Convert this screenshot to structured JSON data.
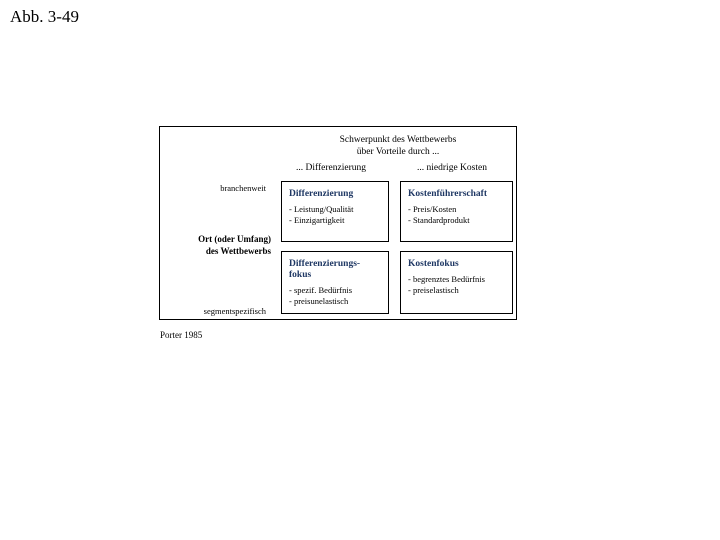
{
  "slide": {
    "title": "Abb. 3-49",
    "source_note": "Porter 1985"
  },
  "matrix": {
    "header": {
      "line1": "Schwerpunkt des Wettbewerbs",
      "line2": "über Vorteile durch ..."
    },
    "column_captions": [
      "... Differenzierung",
      "... niedrige Kosten"
    ],
    "axis_label": {
      "line1": "Ort (oder Umfang)",
      "line2": "des Wettbewerbs"
    },
    "row_captions": [
      "branchenweit",
      "segmentspezifisch"
    ],
    "cells": [
      {
        "title": "Differenzierung",
        "bullets": [
          "- Leistung/Qualität",
          "- Einzigartigkeit"
        ]
      },
      {
        "title": "Kostenführerschaft",
        "bullets": [
          "- Preis/Kosten",
          "- Standardprodukt"
        ]
      },
      {
        "title": "Differenzierungs-\nfokus",
        "bullets": [
          "- spezif. Bedürfnis",
          "- preisunelastisch"
        ]
      },
      {
        "title": "Kostenfokus",
        "bullets": [
          "- begrenztes Bedürfnis",
          "- preiselastisch"
        ]
      }
    ]
  },
  "colors": {
    "cell_title": "#1f3864",
    "border": "#000000",
    "text": "#000000",
    "background": "#ffffff"
  }
}
